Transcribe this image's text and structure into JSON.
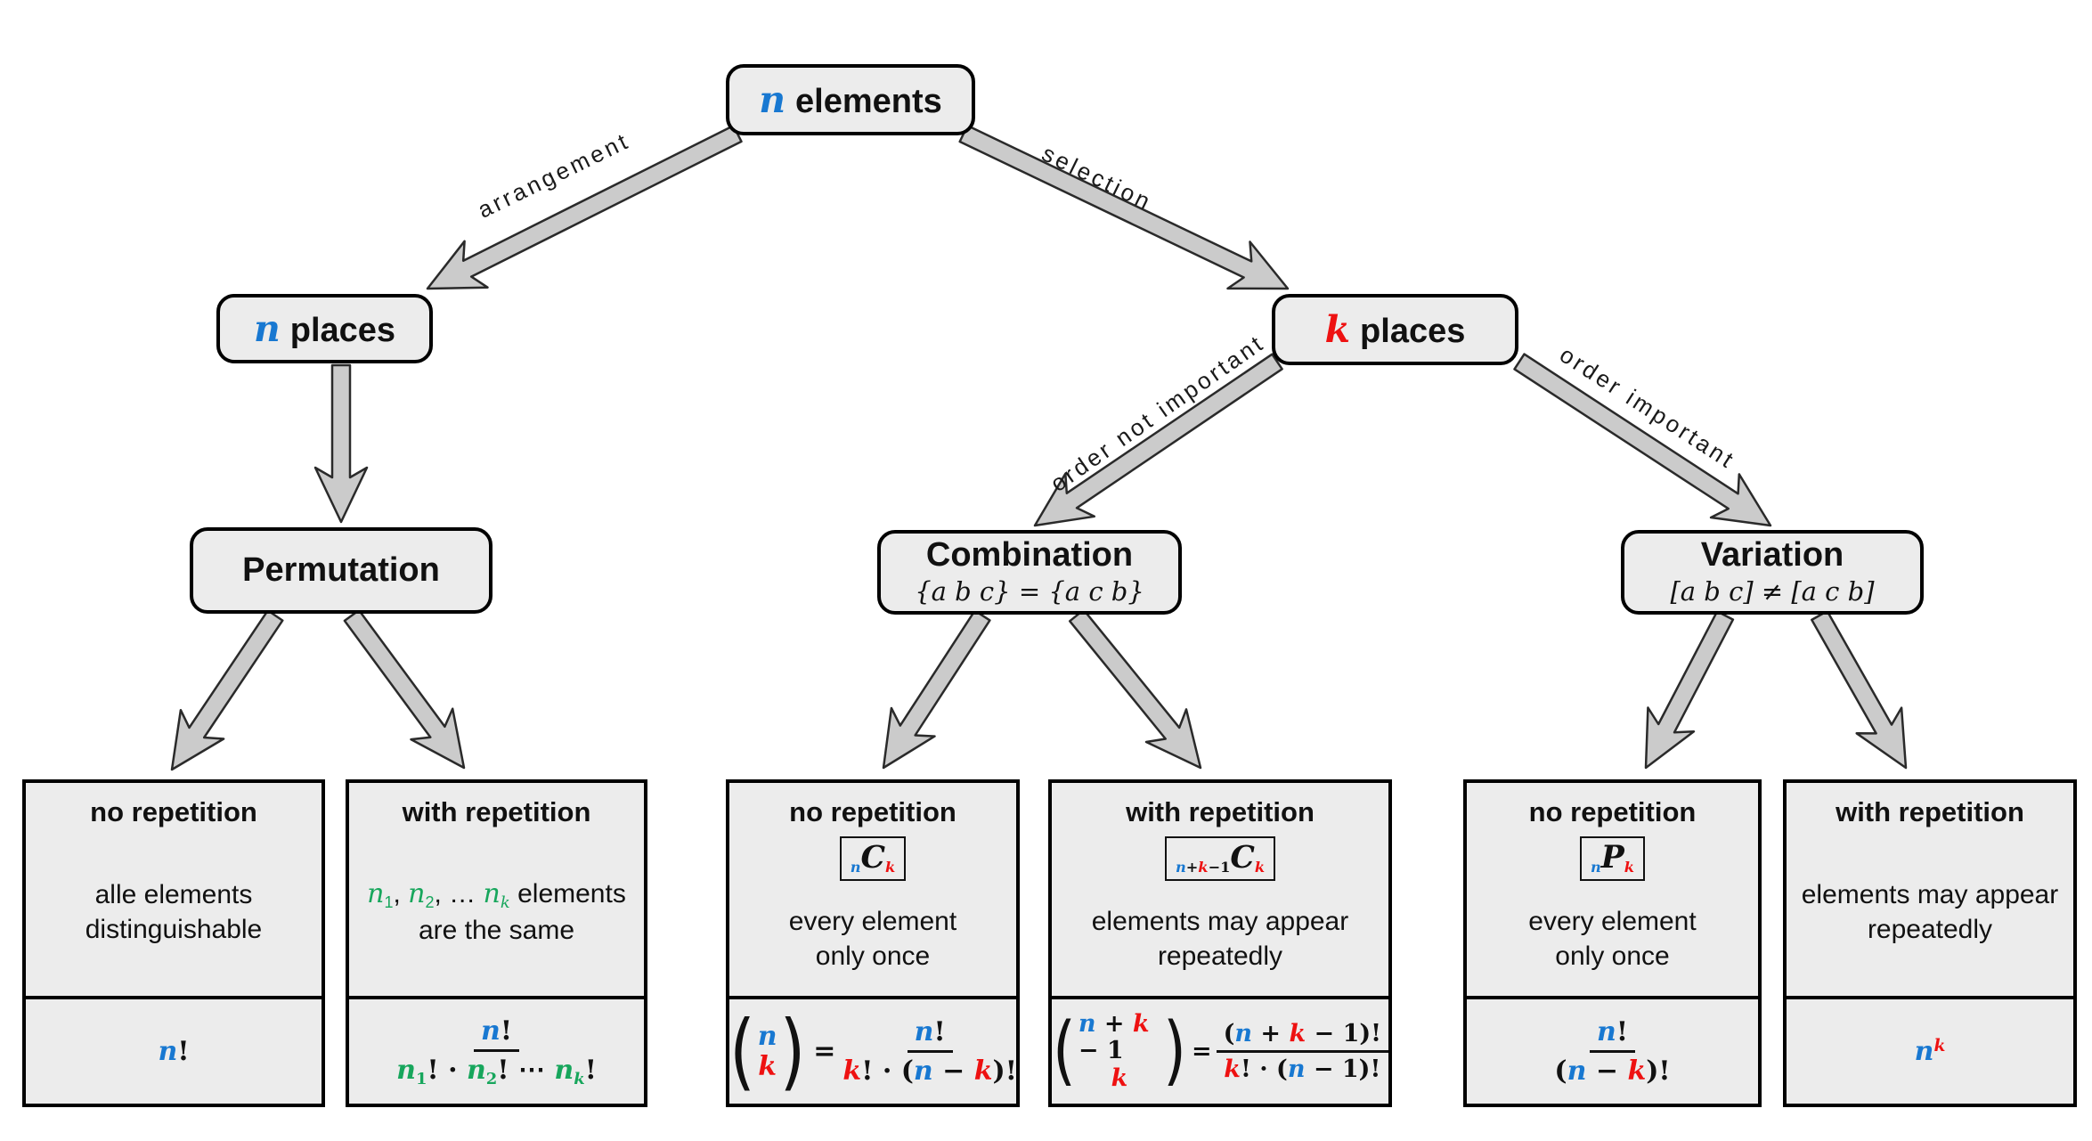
{
  "palette": {
    "blue": "#1878d1",
    "red": "#ee1111",
    "green": "#17a65c",
    "node_fill": "#ececec",
    "arrow_fill": "#cbcbcb",
    "arrow_stroke": "#2a2a2a"
  },
  "parens": {
    "l": "(",
    "r": ")"
  },
  "nodes": {
    "root": {
      "var": "n",
      "label": "elements"
    },
    "n_places": {
      "var": "n",
      "label": "places"
    },
    "k_places": {
      "var": "k",
      "label": "places"
    },
    "permutation": {
      "title": "Permutation"
    },
    "combination": {
      "title": "Combination",
      "subtitle": "{a b c} = {a c b}"
    },
    "variation": {
      "title": "Variation",
      "subtitle": "[a b c] ≠ [a c b]"
    }
  },
  "edges": {
    "arrangement": "arrangement",
    "selection": "selection",
    "order_not_important": "order not important",
    "order_important": "order important"
  },
  "leaves": [
    {
      "title": "no repetition",
      "desc": [
        [
          {
            "t": "alle elements"
          }
        ],
        [
          {
            "t": "distinguishable"
          }
        ]
      ],
      "formula": [
        {
          "t": "n",
          "v": 1,
          "c": "b"
        },
        {
          "t": "!"
        }
      ]
    },
    {
      "title": "with repetition",
      "desc": [
        [
          {
            "t": "n",
            "v": 1,
            "c": "g"
          },
          {
            "t": "1",
            "s": "sub",
            "c": "g"
          },
          {
            "t": ", "
          },
          {
            "t": "n",
            "v": 1,
            "c": "g"
          },
          {
            "t": "2",
            "s": "sub",
            "c": "g"
          },
          {
            "t": ", … "
          },
          {
            "t": "n",
            "v": 1,
            "c": "g"
          },
          {
            "t": "k",
            "v": 1,
            "s": "sub",
            "c": "g"
          },
          {
            "t": " elements"
          }
        ],
        [
          {
            "t": "are the same"
          }
        ]
      ],
      "formula": {
        "num": [
          {
            "t": "n",
            "v": 1,
            "c": "b"
          },
          {
            "t": "!"
          }
        ],
        "den": [
          {
            "t": "n",
            "v": 1,
            "c": "g"
          },
          {
            "t": "1",
            "s": "sub",
            "c": "g"
          },
          {
            "t": "! · "
          },
          {
            "t": "n",
            "v": 1,
            "c": "g"
          },
          {
            "t": "2",
            "s": "sub",
            "c": "g"
          },
          {
            "t": "! ⋯ "
          },
          {
            "t": "n",
            "v": 1,
            "c": "g"
          },
          {
            "t": "k",
            "v": 1,
            "s": "sub",
            "c": "g"
          },
          {
            "t": "!"
          }
        ]
      }
    },
    {
      "title": "no repetition",
      "symbol": [
        {
          "t": "n",
          "v": 1,
          "c": "b",
          "s": "sub"
        },
        {
          "t": "C",
          "v": 1,
          "big": 1
        },
        {
          "t": "k",
          "v": 1,
          "c": "r",
          "s": "sub"
        }
      ],
      "desc": [
        [
          {
            "t": "every element"
          }
        ],
        [
          {
            "t": "only once"
          }
        ]
      ],
      "formula": {
        "top": [
          {
            "t": "n",
            "v": 1,
            "c": "b"
          }
        ],
        "bot": [
          {
            "t": "k",
            "v": 1,
            "c": "r"
          }
        ],
        "eq": "=",
        "num": [
          {
            "t": "n",
            "v": 1,
            "c": "b"
          },
          {
            "t": "!"
          }
        ],
        "den": [
          {
            "t": "k",
            "v": 1,
            "c": "r"
          },
          {
            "t": "! · ("
          },
          {
            "t": "n",
            "v": 1,
            "c": "b"
          },
          {
            "t": " − "
          },
          {
            "t": "k",
            "v": 1,
            "c": "r"
          },
          {
            "t": ")!"
          }
        ]
      }
    },
    {
      "title": "with repetition",
      "symbol": [
        {
          "t": "n",
          "v": 1,
          "c": "b",
          "s": "sub"
        },
        {
          "t": "+",
          "s": "sub"
        },
        {
          "t": "k",
          "v": 1,
          "c": "r",
          "s": "sub"
        },
        {
          "t": "−1",
          "s": "sub"
        },
        {
          "t": "C",
          "v": 1,
          "big": 1
        },
        {
          "t": "k",
          "v": 1,
          "c": "r",
          "s": "sub"
        }
      ],
      "desc": [
        [
          {
            "t": "elements may appear"
          }
        ],
        [
          {
            "t": "repeatedly"
          }
        ]
      ],
      "formula": {
        "top": [
          {
            "t": "n",
            "v": 1,
            "c": "b"
          },
          {
            "t": " + "
          },
          {
            "t": "k",
            "v": 1,
            "c": "r"
          },
          {
            "t": " − 1"
          }
        ],
        "bot": [
          {
            "t": "k",
            "v": 1,
            "c": "r"
          }
        ],
        "eq": "=",
        "num": [
          {
            "t": "("
          },
          {
            "t": "n",
            "v": 1,
            "c": "b"
          },
          {
            "t": " + "
          },
          {
            "t": "k",
            "v": 1,
            "c": "r"
          },
          {
            "t": " − 1)!"
          }
        ],
        "den": [
          {
            "t": "k",
            "v": 1,
            "c": "r"
          },
          {
            "t": "! · ("
          },
          {
            "t": "n",
            "v": 1,
            "c": "b"
          },
          {
            "t": " − 1)!"
          }
        ]
      }
    },
    {
      "title": "no repetition",
      "symbol": [
        {
          "t": "n",
          "v": 1,
          "c": "b",
          "s": "sub"
        },
        {
          "t": "P",
          "v": 1,
          "big": 1
        },
        {
          "t": "k",
          "v": 1,
          "c": "r",
          "s": "sub"
        }
      ],
      "desc": [
        [
          {
            "t": "every element"
          }
        ],
        [
          {
            "t": "only once"
          }
        ]
      ],
      "formula": {
        "num": [
          {
            "t": "n",
            "v": 1,
            "c": "b"
          },
          {
            "t": "!"
          }
        ],
        "den": [
          {
            "t": "("
          },
          {
            "t": "n",
            "v": 1,
            "c": "b"
          },
          {
            "t": " − "
          },
          {
            "t": "k",
            "v": 1,
            "c": "r"
          },
          {
            "t": ")!"
          }
        ]
      }
    },
    {
      "title": "with repetition",
      "desc": [
        [
          {
            "t": "elements may appear"
          }
        ],
        [
          {
            "t": "repeatedly"
          }
        ]
      ],
      "formula": [
        {
          "t": "n",
          "v": 1,
          "c": "b"
        },
        {
          "t": "k",
          "v": 1,
          "c": "r",
          "s": "sup"
        }
      ]
    }
  ]
}
